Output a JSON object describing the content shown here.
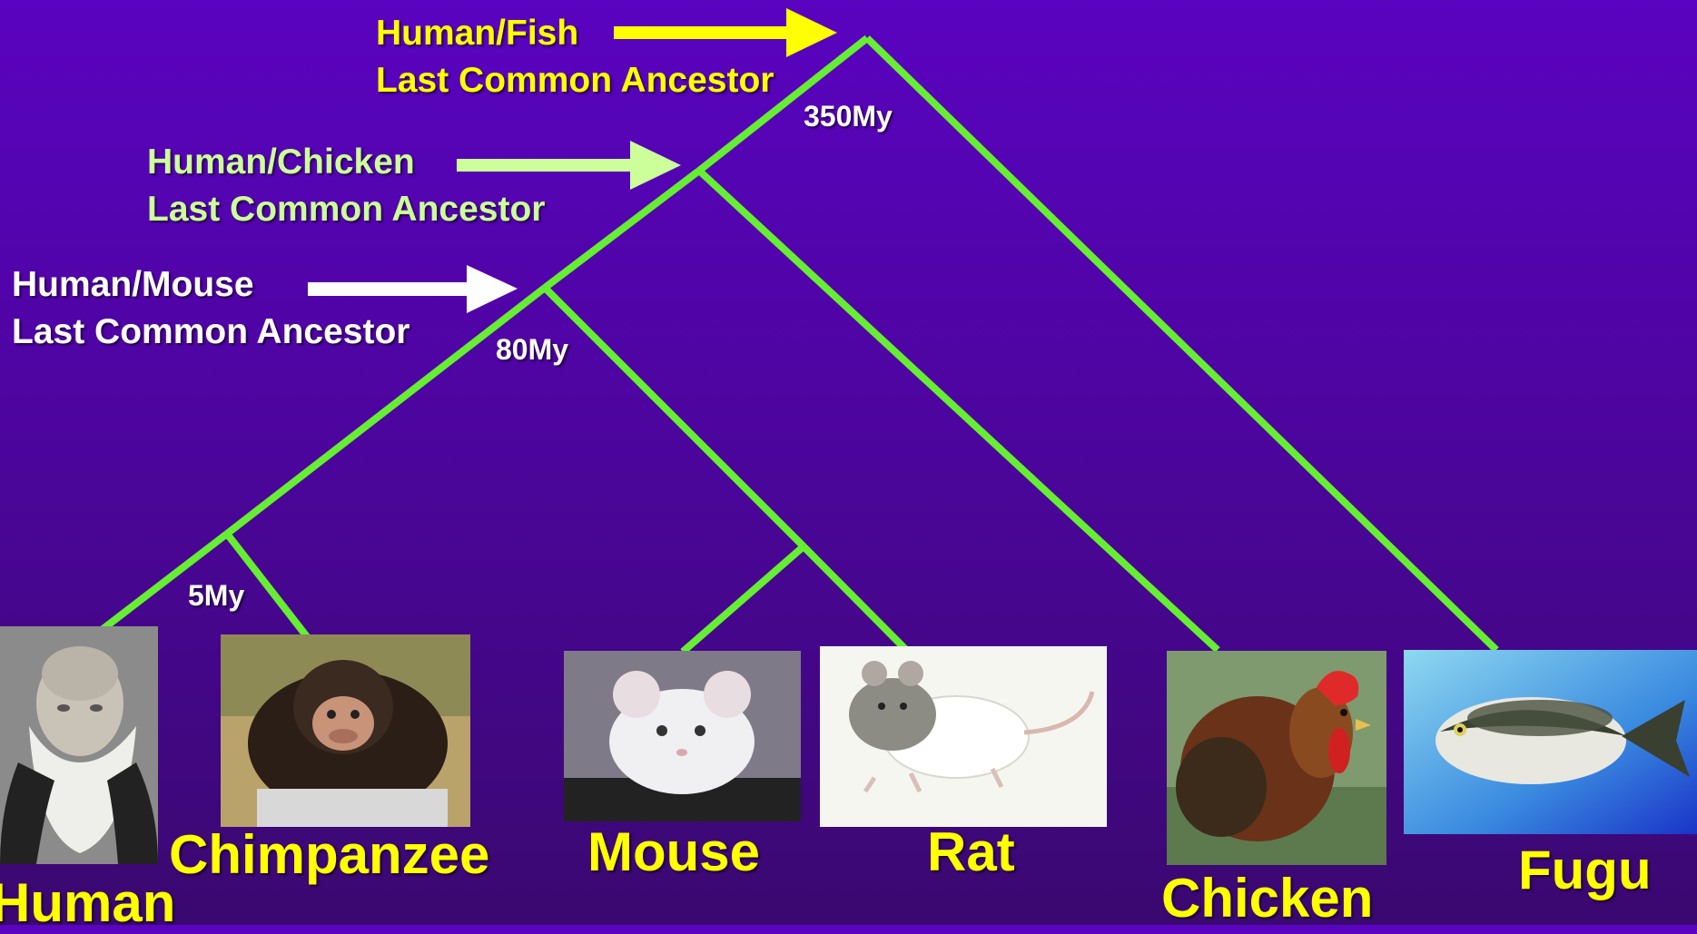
{
  "colors": {
    "branch": "#66ee33",
    "fish_arrow": "#ffff00",
    "chicken_arrow": "#ccff99",
    "mouse_arrow": "#ffffff",
    "species_text": "#ffff00",
    "background_top": "#5a03c0",
    "background_bottom": "#3a0870"
  },
  "ancestors": {
    "fish": {
      "line1": "Human/Fish",
      "line2": "Last Common Ancestor"
    },
    "chicken": {
      "line1": "Human/Chicken",
      "line2": "Last Common Ancestor"
    },
    "mouse": {
      "line1": "Human/Mouse",
      "line2": "Last Common Ancestor"
    }
  },
  "divergence_times": {
    "fish": "350My",
    "mouse": "80My",
    "chimp": "5My"
  },
  "species": {
    "human": "Human",
    "chimpanzee": "Chimpanzee",
    "mouse": "Mouse",
    "rat": "Rat",
    "chicken": "Chicken",
    "fugu": "Fugu"
  },
  "photos": {
    "human": "bearded-man-portrait",
    "chimpanzee": "chimpanzee-photo",
    "mouse": "white-mouse-photo",
    "rat": "rat-photo",
    "chicken": "rooster-photo",
    "fugu": "pufferfish-photo"
  }
}
